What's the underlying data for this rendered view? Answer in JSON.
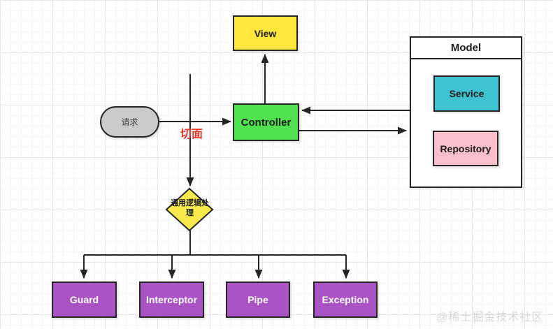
{
  "diagram": {
    "type": "flowchart",
    "nodes": {
      "request": {
        "label": "请求",
        "shape": "stadium",
        "fill": "#cbcbcb"
      },
      "view": {
        "label": "View",
        "shape": "rect",
        "fill": "#ffe73c"
      },
      "controller": {
        "label": "Controller",
        "shape": "rect",
        "fill": "#50e150"
      },
      "model": {
        "label": "Model",
        "shape": "container",
        "fill": "#ffffff"
      },
      "service": {
        "label": "Service",
        "shape": "rect",
        "fill": "#3fc2d0"
      },
      "repository": {
        "label": "Repository",
        "shape": "rect",
        "fill": "#f9bfca"
      },
      "decision": {
        "label": "通用逻辑处理",
        "shape": "diamond",
        "fill": "#f7ea4a"
      },
      "guard": {
        "label": "Guard",
        "shape": "rect",
        "fill": "#a953c5"
      },
      "interceptor": {
        "label": "Interceptor",
        "shape": "rect",
        "fill": "#a953c5"
      },
      "pipe": {
        "label": "Pipe",
        "shape": "rect",
        "fill": "#a953c5"
      },
      "exception": {
        "label": "Exception",
        "shape": "rect",
        "fill": "#a953c5"
      }
    },
    "annotations": {
      "aspect": {
        "label": "切面",
        "color": "#e5332a"
      }
    },
    "edges": [
      {
        "from": "request",
        "to": "controller",
        "arrow": true
      },
      {
        "from": "aspect-line",
        "to": "decision",
        "arrow": true
      },
      {
        "from": "controller",
        "to": "view",
        "arrow": true
      },
      {
        "from": "model",
        "to": "controller",
        "arrow": true
      },
      {
        "from": "controller",
        "to": "model",
        "arrow": true
      },
      {
        "from": "decision",
        "to": "guard",
        "arrow": true
      },
      {
        "from": "decision",
        "to": "interceptor",
        "arrow": true
      },
      {
        "from": "decision",
        "to": "pipe",
        "arrow": true
      },
      {
        "from": "decision",
        "to": "exception",
        "arrow": true
      }
    ],
    "colors": {
      "line": "#262626",
      "grid_minor": "#f4f4f4",
      "grid_major": "#e6e6e6",
      "purple": "#a953c5",
      "yellow": "#ffe73c",
      "green": "#50e150",
      "cyan": "#3fc2d0",
      "pink": "#f9bfca",
      "gray": "#cbcbcb",
      "red_label": "#e5332a"
    },
    "watermark": "@稀土掘金技术社区"
  }
}
